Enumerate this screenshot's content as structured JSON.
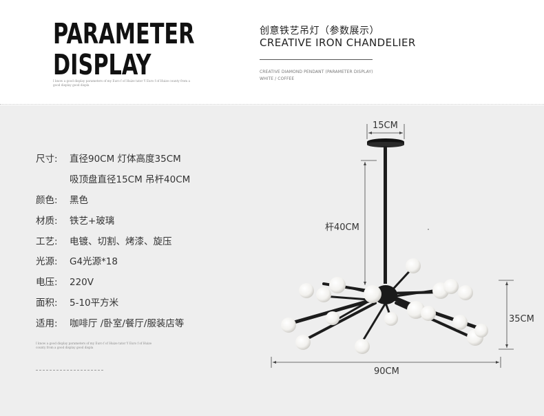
{
  "header": {
    "title_line1": "PARAMETER",
    "title_line2": "DISPLAY",
    "tiny_text": "I know a good display parameters of my Euro f of Huize tator Y Euro f of Huize county from a good display good displa",
    "zh_title": "创意铁艺吊灯（参数展示）",
    "en_title": "CREATIVE IRON CHANDELIER",
    "caption_line1": "CREATIVE DIAMOND PENDANT (PARAMETER DISPLAY)",
    "caption_line2": "WHITE / COFFEE"
  },
  "specs": {
    "size_label": "尺寸:",
    "size_value": "直径90CM 灯体高度35CM",
    "size_value2": "吸顶盘直径15CM  吊杆40CM",
    "color_label": "颜色:",
    "color_value": "黑色",
    "material_label": "材质:",
    "material_value": "铁艺+玻璃",
    "craft_label": "工艺:",
    "craft_value": "电镀、切割、烤漆、旋压",
    "light_label": "光源:",
    "light_value": "G4光源*18",
    "voltage_label": "电压:",
    "voltage_value": "220V",
    "area_label": "面积:",
    "area_value": "5-10平方米",
    "use_label": "适用:",
    "use_value": "咖啡厅 /卧室/餐厅/服装店等"
  },
  "bottom_tiny_text": "I know a good display parameters of my Euro f of Huize tator Y Euro f of Huize county from a good display good displa",
  "dimensions": {
    "canopy": "15CM",
    "rod": "杆40CM",
    "height": "35CM",
    "diameter": "90CM"
  },
  "colors": {
    "metal": "#1c1c1c",
    "glass": "#f4f4f2",
    "panel_bg": "#eeeeee"
  }
}
